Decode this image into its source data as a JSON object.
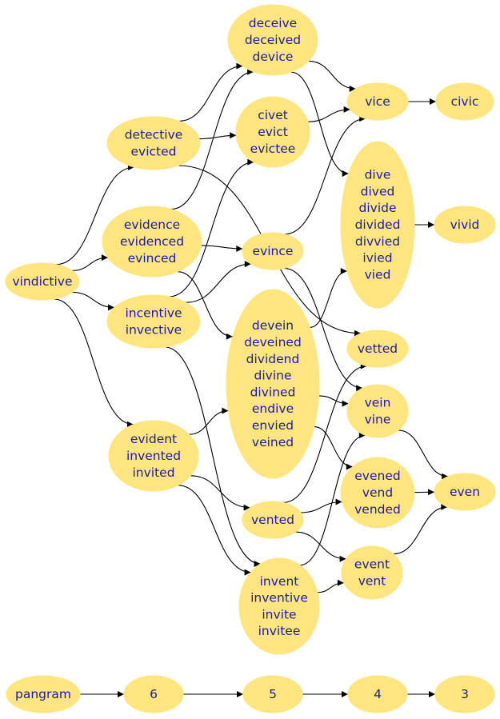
{
  "colors": {
    "node_fill": "#ffe57f",
    "node_text": "#1a1aa6",
    "edge": "#000000",
    "background": "#ffffff"
  },
  "nodes": [
    {
      "id": "vindictive",
      "lines": [
        "vindictive"
      ]
    },
    {
      "id": "detective",
      "lines": [
        "detective",
        "evicted"
      ]
    },
    {
      "id": "evidence",
      "lines": [
        "evidence",
        "evidenced",
        "evinced"
      ]
    },
    {
      "id": "incentive",
      "lines": [
        "incentive",
        "invective"
      ]
    },
    {
      "id": "evident",
      "lines": [
        "evident",
        "invented",
        "invited"
      ]
    },
    {
      "id": "deceive",
      "lines": [
        "deceive",
        "deceived",
        "device"
      ]
    },
    {
      "id": "civet",
      "lines": [
        "civet",
        "evict",
        "evictee"
      ]
    },
    {
      "id": "evince",
      "lines": [
        "evince"
      ]
    },
    {
      "id": "devein",
      "lines": [
        "devein",
        "deveined",
        "dividend",
        "divine",
        "divined",
        "endive",
        "envied",
        "veined"
      ]
    },
    {
      "id": "vented",
      "lines": [
        "vented"
      ]
    },
    {
      "id": "invent",
      "lines": [
        "invent",
        "inventive",
        "invite",
        "invitee"
      ]
    },
    {
      "id": "vice",
      "lines": [
        "vice"
      ]
    },
    {
      "id": "dive",
      "lines": [
        "dive",
        "dived",
        "divide",
        "divided",
        "divvied",
        "ivied",
        "vied"
      ]
    },
    {
      "id": "vetted",
      "lines": [
        "vetted"
      ]
    },
    {
      "id": "vein",
      "lines": [
        "vein",
        "vine"
      ]
    },
    {
      "id": "evened",
      "lines": [
        "evened",
        "vend",
        "vended"
      ]
    },
    {
      "id": "event",
      "lines": [
        "event",
        "vent"
      ]
    },
    {
      "id": "civic",
      "lines": [
        "civic"
      ]
    },
    {
      "id": "vivid",
      "lines": [
        "vivid"
      ]
    },
    {
      "id": "even",
      "lines": [
        "even"
      ]
    },
    {
      "id": "pangram",
      "lines": [
        "pangram"
      ]
    },
    {
      "id": "n6",
      "lines": [
        "6"
      ]
    },
    {
      "id": "n5",
      "lines": [
        "5"
      ]
    },
    {
      "id": "n4",
      "lines": [
        "4"
      ]
    },
    {
      "id": "n3",
      "lines": [
        "3"
      ]
    }
  ],
  "edges": [
    [
      "vindictive",
      "detective"
    ],
    [
      "vindictive",
      "evidence"
    ],
    [
      "vindictive",
      "incentive"
    ],
    [
      "vindictive",
      "evident"
    ],
    [
      "detective",
      "deceive"
    ],
    [
      "detective",
      "civet"
    ],
    [
      "detective",
      "vetted"
    ],
    [
      "evidence",
      "deceive"
    ],
    [
      "evidence",
      "evince"
    ],
    [
      "evidence",
      "devein"
    ],
    [
      "incentive",
      "civet"
    ],
    [
      "incentive",
      "evince"
    ],
    [
      "incentive",
      "invent"
    ],
    [
      "evident",
      "devein"
    ],
    [
      "evident",
      "vented"
    ],
    [
      "evident",
      "invent"
    ],
    [
      "deceive",
      "vice"
    ],
    [
      "deceive",
      "dive"
    ],
    [
      "civet",
      "vice"
    ],
    [
      "evince",
      "vice"
    ],
    [
      "evince",
      "vein"
    ],
    [
      "devein",
      "dive"
    ],
    [
      "devein",
      "vein"
    ],
    [
      "devein",
      "evened"
    ],
    [
      "vented",
      "vetted"
    ],
    [
      "vented",
      "evened"
    ],
    [
      "vented",
      "event"
    ],
    [
      "invent",
      "vein"
    ],
    [
      "invent",
      "event"
    ],
    [
      "vice",
      "civic"
    ],
    [
      "dive",
      "vivid"
    ],
    [
      "vein",
      "even"
    ],
    [
      "evened",
      "even"
    ],
    [
      "event",
      "even"
    ],
    [
      "pangram",
      "n6"
    ],
    [
      "n6",
      "n5"
    ],
    [
      "n5",
      "n4"
    ],
    [
      "n4",
      "n3"
    ]
  ]
}
